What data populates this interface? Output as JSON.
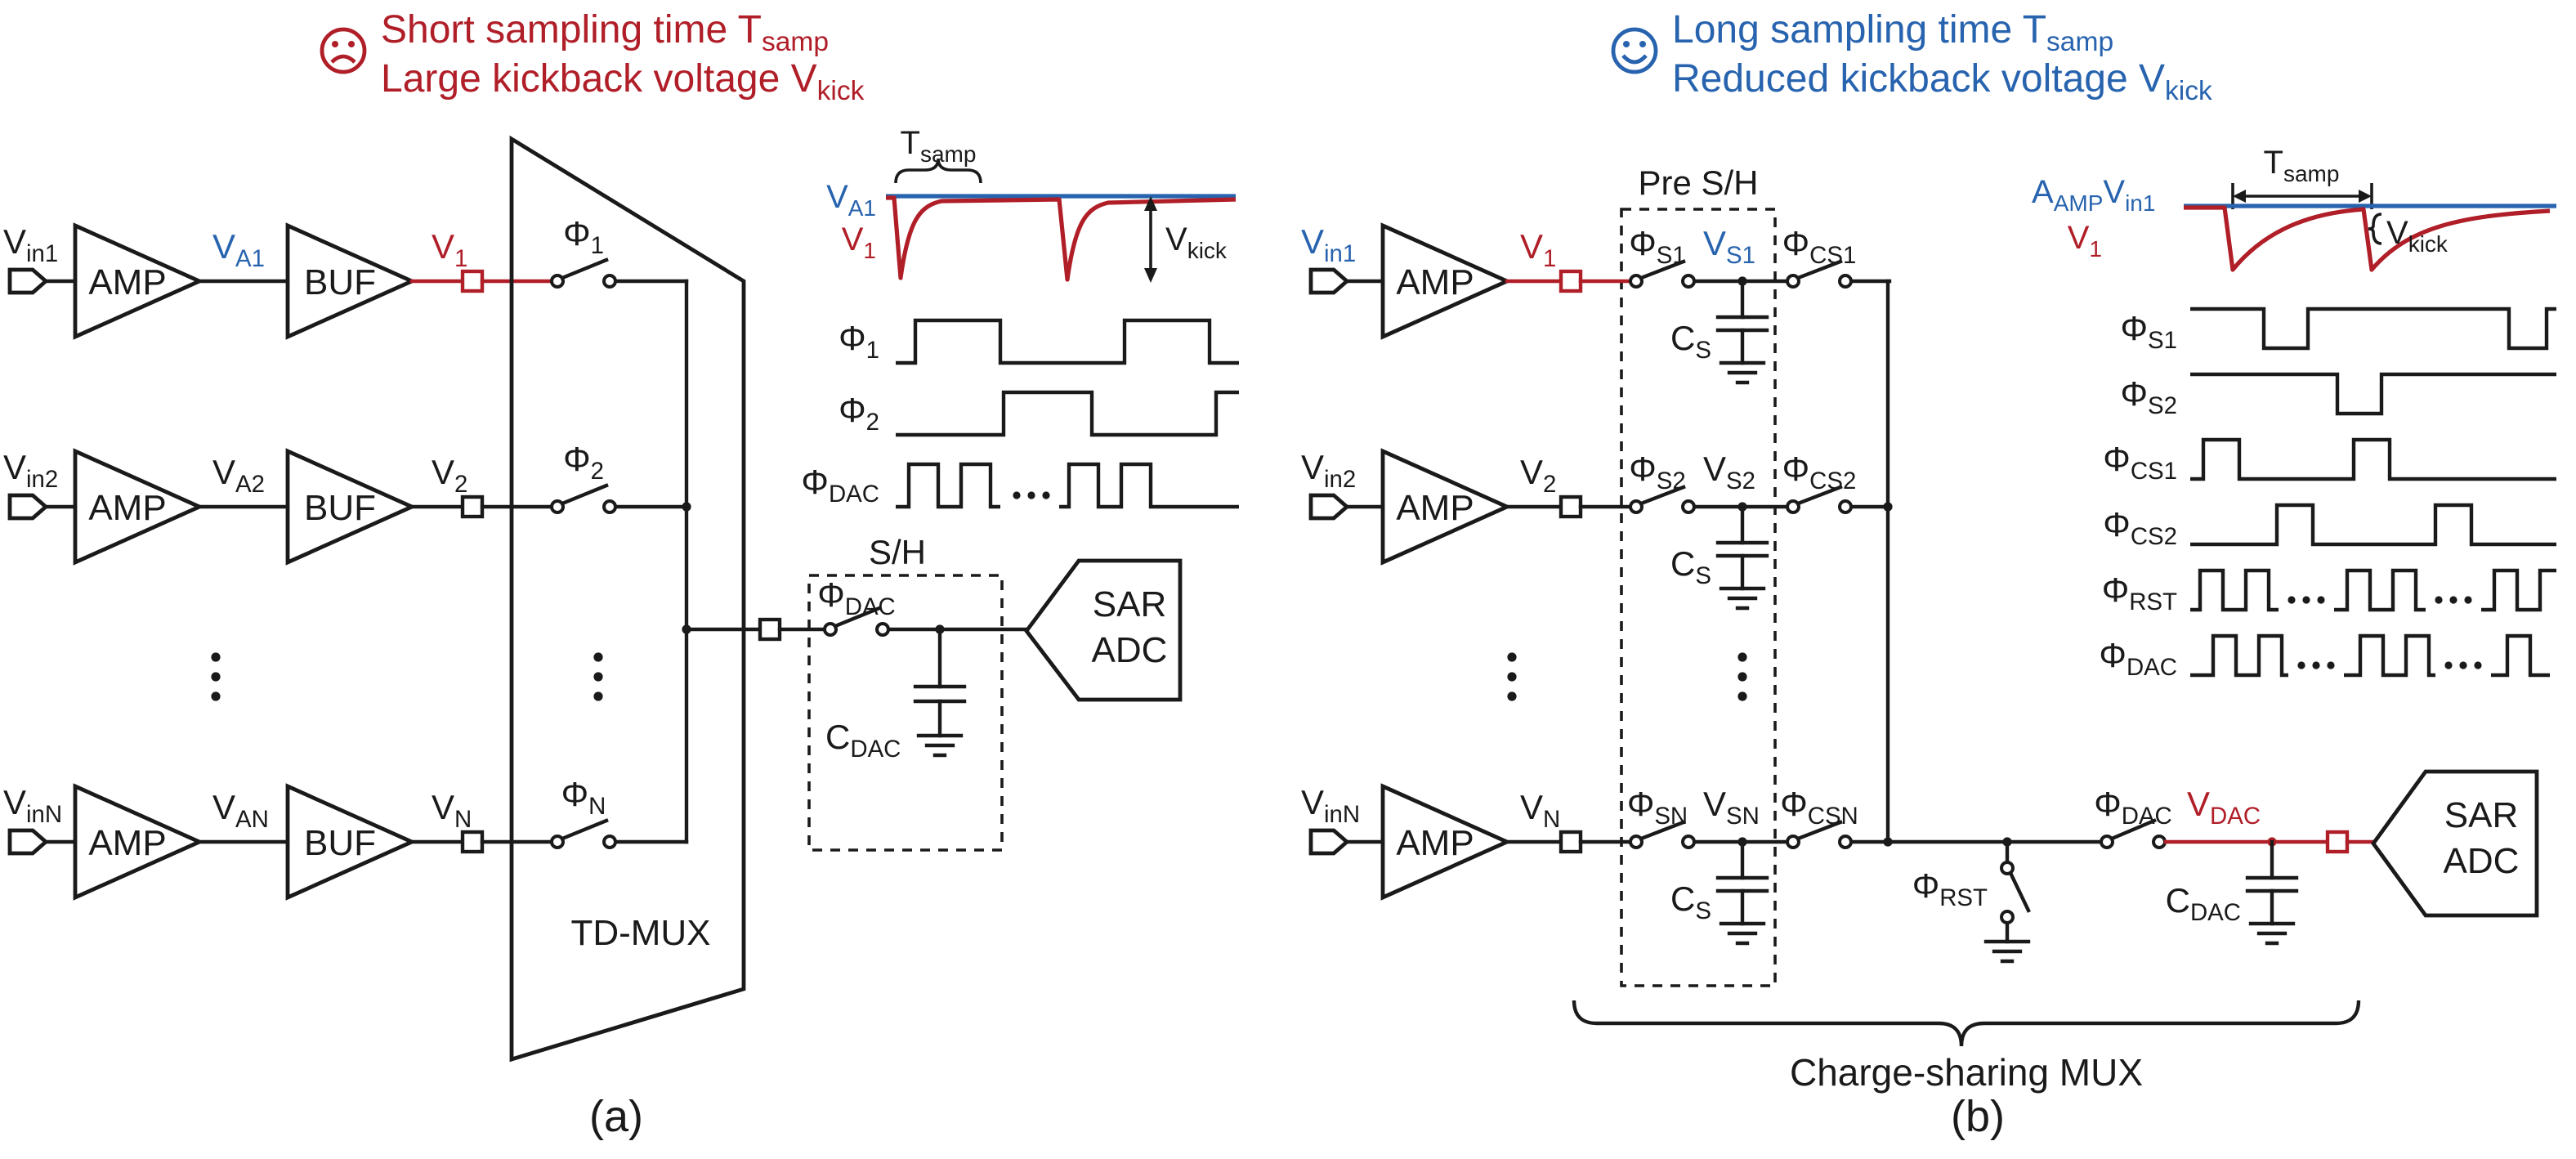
{
  "colors": {
    "ink": "#1a1a1a",
    "red": "#b01e28",
    "blue": "#2763ae"
  },
  "panel_a": {
    "header": {
      "line1": "Short sampling time T{samp}",
      "line2": "Large kickback voltage V{kick}",
      "mood_icon": "sad-face-icon"
    },
    "rows": [
      {
        "input": "V{in1}",
        "amp": "AMP",
        "amp_out": "V{A1}",
        "buf": "BUF",
        "buf_out": "V{1}",
        "switch": "Φ{1}"
      },
      {
        "input": "V{in2}",
        "amp": "AMP",
        "amp_out": "V{A2}",
        "buf": "BUF",
        "buf_out": "V{2}",
        "switch": "Φ{2}"
      },
      {
        "input": "V{inN}",
        "amp": "AMP",
        "amp_out": "V{AN}",
        "buf": "BUF",
        "buf_out": "V{N}",
        "switch": "Φ{N}"
      }
    ],
    "mux": "TD-MUX",
    "sh": {
      "title": "S/H",
      "switch": "Φ{DAC}",
      "cap": "C{DAC}"
    },
    "adc": {
      "line1": "SAR",
      "line2": "ADC"
    },
    "wave": {
      "tsamp": "T{samp}",
      "sig1": "V{A1}",
      "sig2": "V{1}",
      "vkick": "V{kick}",
      "clocks": [
        "Φ{1}",
        "Φ{2}",
        "Φ{DAC}"
      ]
    },
    "caption": "(a)"
  },
  "panel_b": {
    "header": {
      "line1": "Long sampling time T{samp}",
      "line2": "Reduced kickback voltage V{kick}",
      "mood_icon": "happy-face-icon"
    },
    "presh": "Pre S/H",
    "rows": [
      {
        "input": "V{in1}",
        "amp": "AMP",
        "amp_out": "V{1}",
        "sw_s": "Φ{S1}",
        "vs": "V{S1}",
        "cap": "C{S}",
        "sw_cs": "Φ{CS1}"
      },
      {
        "input": "V{in2}",
        "amp": "AMP",
        "amp_out": "V{2}",
        "sw_s": "Φ{S2}",
        "vs": "V{S2}",
        "cap": "C{S}",
        "sw_cs": "Φ{CS2}"
      },
      {
        "input": "V{inN}",
        "amp": "AMP",
        "amp_out": "V{N}",
        "sw_s": "Φ{SN}",
        "vs": "V{SN}",
        "cap": "C{S}",
        "sw_cs": "Φ{CSN}"
      }
    ],
    "rst": "Φ{RST}",
    "dac": {
      "switch": "Φ{DAC}",
      "vout": "V{DAC}",
      "cap": "C{DAC}"
    },
    "adc": {
      "line1": "SAR",
      "line2": "ADC"
    },
    "mux_brace": "Charge-sharing MUX",
    "wave": {
      "sig1": "A{AMP}V{in1}",
      "tsamp": "T{samp}",
      "sig2": "V{1}",
      "vkick": "V{kick}",
      "clocks": [
        "Φ{S1}",
        "Φ{S2}",
        "Φ{CS1}",
        "Φ{CS2}",
        "Φ{RST}",
        "Φ{DAC}"
      ]
    },
    "caption": "(b)"
  }
}
